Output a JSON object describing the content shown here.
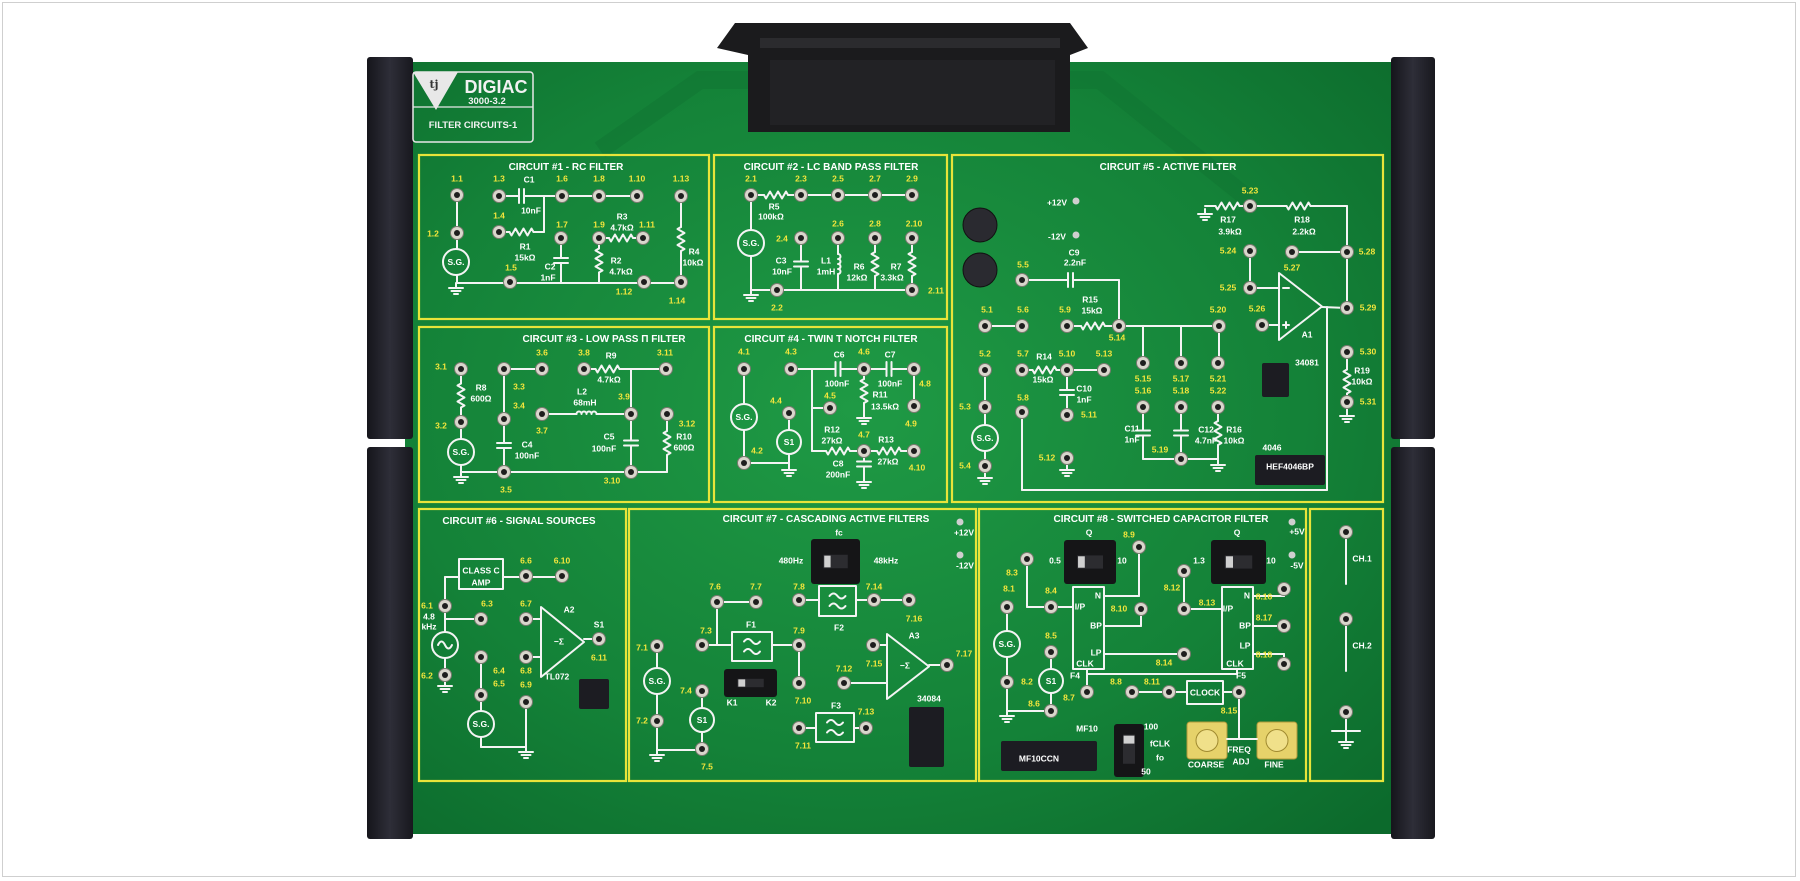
{
  "logo": {
    "mark": "tj",
    "brand": "DIGIAC",
    "model": "3000-3.2",
    "board_title": "FILTER CIRCUITS-1"
  },
  "common": {
    "sg": "S.G.",
    "s1": "S1"
  },
  "circuits": {
    "c1": {
      "title": "CIRCUIT #1 - RC FILTER",
      "nodes": [
        "1.1",
        "1.2",
        "1.3",
        "1.4",
        "1.5",
        "1.6",
        "1.7",
        "1.8",
        "1.9",
        "1.10",
        "1.11",
        "1.12",
        "1.13",
        "1.14"
      ],
      "labels": [
        "C1",
        "10nF",
        "R1",
        "15kΩ",
        "C2",
        "1nF",
        "R3",
        "4.7kΩ",
        "R2",
        "4.7kΩ",
        "R4",
        "10kΩ"
      ]
    },
    "c2": {
      "title": "CIRCUIT #2 - LC BAND PASS FILTER",
      "nodes": [
        "2.1",
        "2.2",
        "2.3",
        "2.4",
        "2.5",
        "2.6",
        "2.7",
        "2.8",
        "2.9",
        "2.10",
        "2.11"
      ],
      "labels": [
        "R5",
        "100kΩ",
        "C3",
        "10nF",
        "L1",
        "1mH",
        "R6",
        "12kΩ",
        "R7",
        "3.3kΩ"
      ]
    },
    "c3": {
      "title": "CIRCUIT #3 - LOW PASS Π FILTER",
      "nodes": [
        "3.1",
        "3.2",
        "3.3",
        "3.4",
        "3.5",
        "3.6",
        "3.7",
        "3.8",
        "3.9",
        "3.10",
        "3.11",
        "3.12"
      ],
      "labels": [
        "R8",
        "600Ω",
        "R9",
        "4.7kΩ",
        "L2",
        "68mH",
        "C4",
        "100nF",
        "C5",
        "100nF",
        "R10",
        "600Ω"
      ]
    },
    "c4": {
      "title": "CIRCUIT #4 - TWIN T NOTCH FILTER",
      "nodes": [
        "4.1",
        "4.2",
        "4.3",
        "4.4",
        "4.5",
        "4.6",
        "4.7",
        "4.8",
        "4.9",
        "4.10"
      ],
      "labels": [
        "C6",
        "100nF",
        "C7",
        "100nF",
        "R11",
        "13.5kΩ",
        "R12",
        "27kΩ",
        "R13",
        "27kΩ",
        "C8",
        "200nF"
      ]
    },
    "c5": {
      "title": "CIRCUIT #5 - ACTIVE FILTER",
      "nodes": [
        "5.1",
        "5.2",
        "5.3",
        "5.4",
        "5.5",
        "5.6",
        "5.7",
        "5.8",
        "5.9",
        "5.10",
        "5.11",
        "5.12",
        "5.13",
        "5.14",
        "5.15",
        "5.16",
        "5.17",
        "5.18",
        "5.19",
        "5.20",
        "5.21",
        "5.22",
        "5.23",
        "5.24",
        "5.25",
        "5.26",
        "5.27",
        "5.28",
        "5.29",
        "5.30",
        "5.31"
      ],
      "labels": [
        "+12V",
        "-12V",
        "C9",
        "2.2nF",
        "R15",
        "15kΩ",
        "R14",
        "15kΩ",
        "C10",
        "1nF",
        "C11",
        "1nF",
        "C12",
        "4.7nF",
        "R16",
        "10kΩ",
        "R17",
        "3.9kΩ",
        "R18",
        "2.2kΩ",
        "R19",
        "10kΩ",
        "A1",
        "34081",
        "4046",
        "HEF4046BP"
      ]
    },
    "c6": {
      "title": "CIRCUIT #6 - SIGNAL SOURCES",
      "nodes": [
        "6.1",
        "6.2",
        "6.3",
        "6.4",
        "6.5",
        "6.6",
        "6.7",
        "6.8",
        "6.9",
        "6.10",
        "6.11"
      ],
      "labels": [
        "CLASS C",
        "AMP",
        "4.8",
        "kHz",
        "A2",
        "S1",
        "TL072",
        "−Σ"
      ]
    },
    "c7": {
      "title": "CIRCUIT #7 - CASCADING ACTIVE FILTERS",
      "nodes": [
        "7.1",
        "7.2",
        "7.3",
        "7.4",
        "7.5",
        "7.6",
        "7.7",
        "7.8",
        "7.9",
        "7.10",
        "7.11",
        "7.12",
        "7.13",
        "7.14",
        "7.15",
        "7.16",
        "7.17"
      ],
      "labels": [
        "fc",
        "480Hz",
        "48kHz",
        "F1",
        "F2",
        "F3",
        "K1",
        "K2",
        "A3",
        "34084",
        "+12V",
        "-12V",
        "−Σ"
      ]
    },
    "c8": {
      "title": "CIRCUIT #8 - SWITCHED CAPACITOR FILTER",
      "nodes": [
        "8.1",
        "8.2",
        "8.3",
        "8.4",
        "8.5",
        "8.6",
        "8.7",
        "8.8",
        "8.9",
        "8.10",
        "8.11",
        "8.12",
        "8.13",
        "8.14",
        "8.15",
        "8.16",
        "8.17",
        "8.18"
      ],
      "labels": [
        "Q",
        "0.5",
        "10",
        "Q",
        "1.3",
        "10",
        "+5V",
        "-5V",
        "I/P",
        "N",
        "BP",
        "LP",
        "CLK",
        "I/P",
        "N",
        "BP",
        "LP",
        "CLK",
        "F4",
        "F5",
        "CLOCK",
        "MF10",
        "100",
        "fCLK",
        "fo",
        "50",
        "COARSE",
        "FREQ",
        "ADJ",
        "FINE",
        "MF10CCN"
      ]
    },
    "ch": {
      "title": "",
      "nodes": [],
      "labels": [
        "CH.1",
        "CH.2"
      ]
    }
  },
  "colors": {
    "board": "#17853a",
    "panel_border": "#e8e43a",
    "node_label": "#f3e63c",
    "rail": "#23232c"
  }
}
